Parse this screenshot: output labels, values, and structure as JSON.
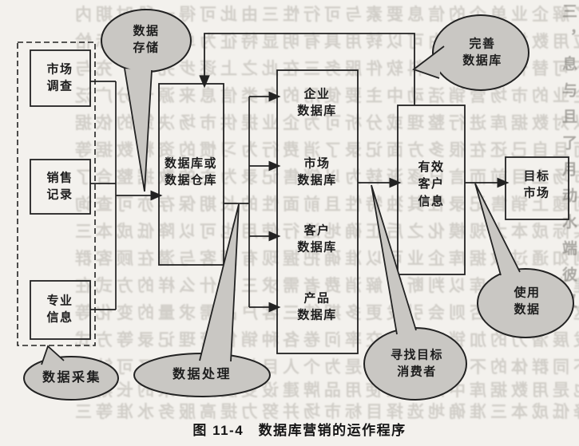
{
  "page": {
    "caption": "图 11-4　数据库营销的运作程序"
  },
  "colors": {
    "paper": "#f3f1ed",
    "ink": "#222222",
    "callout_fill": "#c9c7c3",
    "bleed_ink": "#a39f97"
  },
  "boxes": {
    "market_survey": "市场\n调查",
    "sales_records": "销售\n记录",
    "professional_info": "专业\n信息",
    "warehouse": "数据库或\n数据仓库",
    "enterprise_db": "企业\n数据库",
    "market_db": "市场\n数据库",
    "customer_db": "客户\n数据库",
    "product_db": "产品\n数据库",
    "effective_customer_info": "有效\n客户\n信息",
    "target_market": "目标\n市场"
  },
  "callouts": {
    "data_storage": "数据\n存储",
    "data_collection": "数据采集",
    "data_processing": "数据处理",
    "improve_database": "完善\n数据库",
    "find_target_consumers": "寻找目标\n消费者",
    "use_data": "使用\n数据"
  },
  "bleed": {
    "rows": [
      "了解企业单个的信息要素与可行性三由此可得一段时期内",
      "应用数据库记录由可以转用具有明显特征为单一的目标恰",
      "不可替代的数据资料软件服务三在此之上逐步完善扩充与",
      "企业的市场营销活动中主要使用的各类信息来源十分广泛",
      "以对数据库进行整理或分析可为企业提供市场决策的依据",
      "而且自己还在很多方面记录了消费行为习惯的资料数据等",
      "市场上目前而言已逐渐转为以销售记录为主的数据整合了",
      "问题上销售记录性其独特性且前面性的长期保存亦可查询",
      "实际成本大规模化之后正确地进行使用也可以降低成本三",
      "例如通过数据库企业可以准确把握现有顾客与潜在顾客群",
      "建立起数据库以判断了解消费者需求三以什么样的方式在",
      "这一问题而否则会引发更多期待三客户品需求量的变化等",
      "发展潜力的加销产品成交率问卷各种销售管理记录等方式",
      "不同群体的不同偏好特征是为个人目标市场提供了可针对",
      "也是用数据库中的相互使用品牌建设变度用带来的长期从",
      "降低成本三准确地选择目标市场并努力提高服务水准等三"
    ],
    "edge_column": "三，息与且了月动水端彼又"
  }
}
